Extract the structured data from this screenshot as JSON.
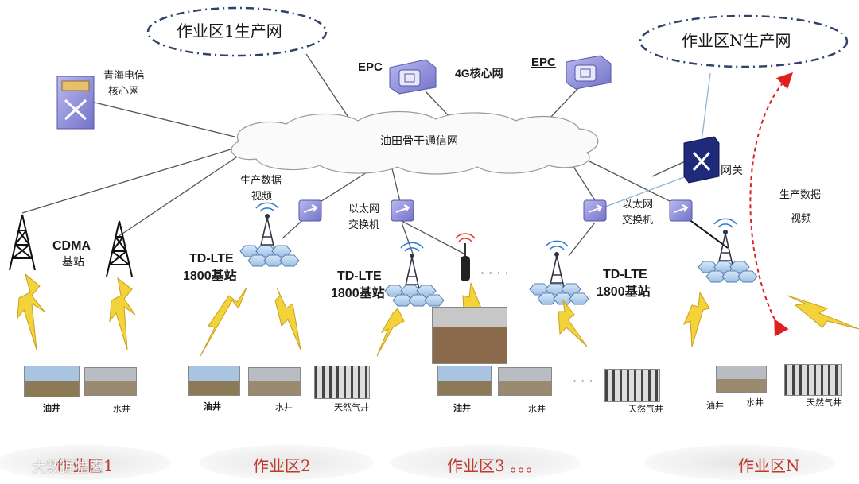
{
  "network": {
    "backbone": "油田骨干通信网",
    "core": "4G核心网",
    "epc_left": "EPC",
    "epc_right": "EPC",
    "telecom_line1": "青海电信",
    "telecom_line2": "核心网",
    "gateway": "网关"
  },
  "production_nets": {
    "zone1": "作业区1生产网",
    "zoneN": "作业区N生产网"
  },
  "stations": {
    "cdma_line1": "CDMA",
    "cdma_line2": "基站",
    "tdlte_left_line1": "TD-LTE",
    "tdlte_left_line2": "1800基站",
    "tdlte_mid_line1": "TD-LTE",
    "tdlte_mid_line2": "1800基站",
    "tdlte_right_line1": "TD-LTE",
    "tdlte_right_line2": "1800基站"
  },
  "switches": {
    "mid_line1": "以太网",
    "mid_line2": "交换机",
    "right_line1": "以太网",
    "right_line2": "交换机"
  },
  "annotations": {
    "prod_video_left_1": "生产数据",
    "prod_video_left_2": "视频",
    "prod_video_right_1": "生产数据",
    "prod_video_right_2": "视频",
    "dots_mid": "· · · ·",
    "dots_bottom": "· · ·"
  },
  "wells": {
    "z1_oil": "油井",
    "z1_water": "水井",
    "z2_oil": "油井",
    "z2_water": "水井",
    "z2_gas": "天然气井",
    "z3_oil": "油井",
    "z3_water": "水井",
    "z3_gas": "天然气井",
    "zN_oil": "油井",
    "zN_water": "水井",
    "zN_gas": "天然气井"
  },
  "zones": {
    "zone1": "作业区1",
    "zone2": "作业区2",
    "zone3": "作业区3 。。。",
    "zoneN": "作业区N"
  },
  "watermark": "大数据猎鹰",
  "colors": {
    "line": "#555555",
    "light_line": "#8ab4d8",
    "device_purple": "#8f8fd8",
    "gateway_navy": "#1f2a7a",
    "bolt_yellow": "#f4d23a",
    "red_arrow": "#e02020",
    "zone_text": "#c0392b",
    "dashed_border": "#2f4468"
  }
}
